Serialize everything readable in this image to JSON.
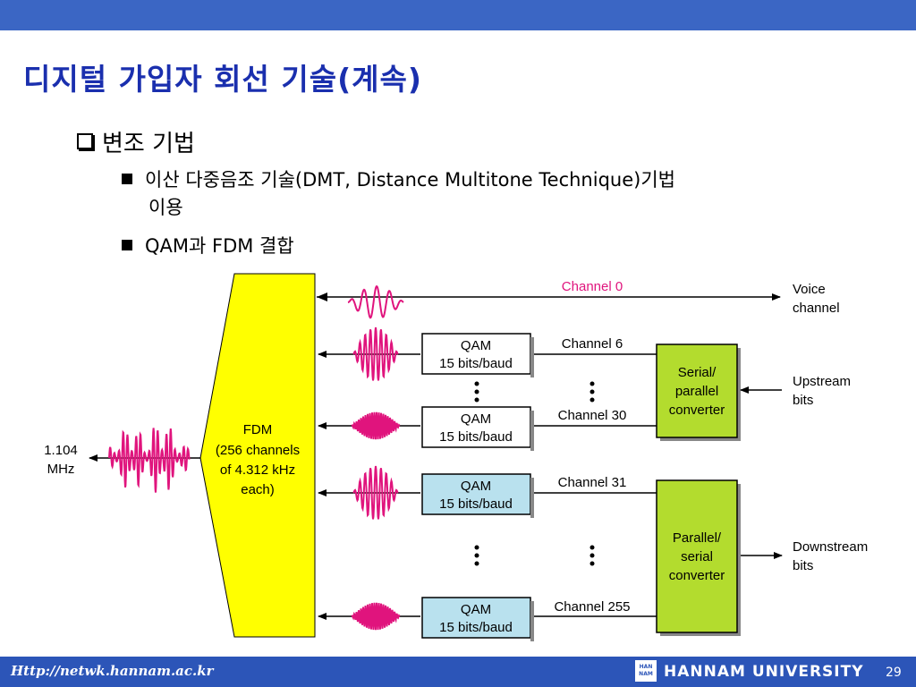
{
  "title": "디지털 가입자 회선 기술(계속)",
  "bullet": "변조 기법",
  "sub_items": [
    {
      "line1": "이산 다중음조 기술(DMT, Distance Multitone Technique)기법",
      "line2": "이용"
    },
    {
      "line1": "QAM과 FDM 결합",
      "line2": ""
    }
  ],
  "diagram": {
    "fdm_label": [
      "FDM",
      "(256 channels",
      "of 4.312 kHz",
      "each)"
    ],
    "freq_label": [
      "1.104",
      "MHz"
    ],
    "channel0": "Channel 0",
    "voice": [
      "Voice",
      "channel"
    ],
    "qam_label": [
      "QAM",
      "15 bits/baud"
    ],
    "channels": [
      "Channel 6",
      "Channel 30",
      "Channel 31",
      "Channel 255"
    ],
    "serial_parallel": [
      "Serial/",
      "parallel",
      "converter"
    ],
    "parallel_serial": [
      "Parallel/",
      "serial",
      "converter"
    ],
    "upstream": [
      "Upstream",
      "bits"
    ],
    "downstream": [
      "Downstream",
      "bits"
    ]
  },
  "colors": {
    "fdm": "#ffff00",
    "converter": "#b3dc2e",
    "qam_up": "#ffffff",
    "qam_down": "#b9e1ee",
    "wave": "#e0147d",
    "channel0": "#e0147d"
  },
  "footer": {
    "url": "Http://netwk.hannam.ac.kr",
    "logo": [
      "HAN",
      "NAM"
    ],
    "university": "HANNAM UNIVERSITY",
    "page": "29"
  }
}
